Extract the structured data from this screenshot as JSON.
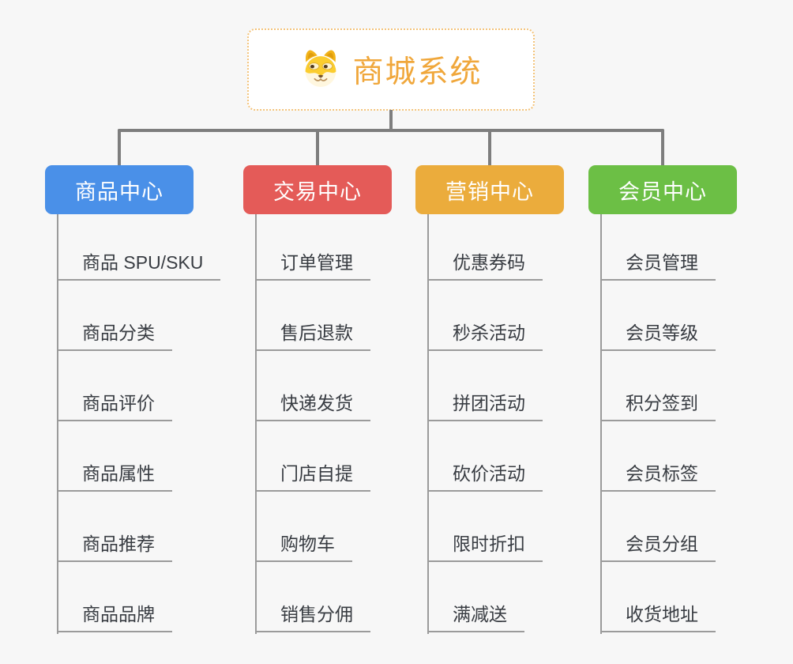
{
  "background": "#F7F7F7",
  "root": {
    "title": "商城系统",
    "icon": "doge-icon",
    "text_color": "#F0A73B",
    "border_color": "#F3C37A"
  },
  "connector_color": "#7E7E7E",
  "branch_line_color": "#9B9B9B",
  "item_text_color": "#383C42",
  "branches": [
    {
      "label": "商品中心",
      "color": "#4A90E8",
      "items": [
        "商品 SPU/SKU",
        "商品分类",
        "商品评价",
        "商品属性",
        "商品推荐",
        "商品品牌"
      ]
    },
    {
      "label": "交易中心",
      "color": "#E45B58",
      "items": [
        "订单管理",
        "售后退款",
        "快递发货",
        "门店自提",
        "购物车",
        "销售分佣"
      ]
    },
    {
      "label": "营销中心",
      "color": "#EBAC3C",
      "items": [
        "优惠券码",
        "秒杀活动",
        "拼团活动",
        "砍价活动",
        "限时折扣",
        "满减送"
      ]
    },
    {
      "label": "会员中心",
      "color": "#6CBF45",
      "items": [
        "会员管理",
        "会员等级",
        "积分签到",
        "会员标签",
        "会员分组",
        "收货地址"
      ]
    }
  ]
}
